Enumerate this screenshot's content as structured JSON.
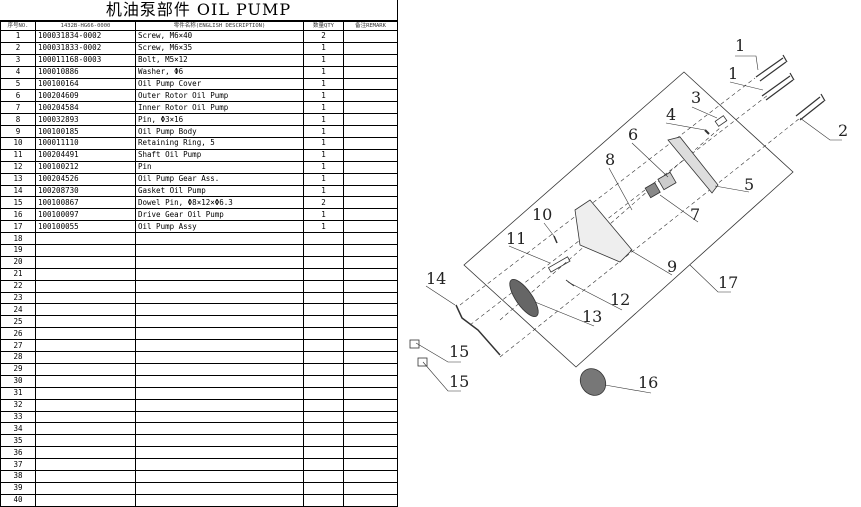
{
  "title": "机油泵部件 OIL PUMP",
  "headers": {
    "no": "序号NO.",
    "part": "1432B-HG66-0000",
    "desc": "零件名称(ENGLISH DESCRIPTION)",
    "qty": "数量QTY",
    "remark": "备注REMARK"
  },
  "rows": [
    {
      "no": "1",
      "part": "100031834-0002",
      "desc": "Screw, M6×40",
      "qty": "2"
    },
    {
      "no": "2",
      "part": "100031833-0002",
      "desc": "Screw, M6×35",
      "qty": "1"
    },
    {
      "no": "3",
      "part": "100011168-0003",
      "desc": "Bolt, M5×12",
      "qty": "1"
    },
    {
      "no": "4",
      "part": "100010886",
      "desc": "Washer, Φ6",
      "qty": "1"
    },
    {
      "no": "5",
      "part": "100100164",
      "desc": "Oil Pump Cover",
      "qty": "1"
    },
    {
      "no": "6",
      "part": "100204609",
      "desc": "Outer Rotor Oil Pump",
      "qty": "1"
    },
    {
      "no": "7",
      "part": "100204584",
      "desc": "Inner Rotor Oil Pump",
      "qty": "1"
    },
    {
      "no": "8",
      "part": "100032893",
      "desc": "Pin, Φ3×16",
      "qty": "1"
    },
    {
      "no": "9",
      "part": "100100185",
      "desc": "Oil Pump Body",
      "qty": "1"
    },
    {
      "no": "10",
      "part": "100011110",
      "desc": "Retaining Ring, 5",
      "qty": "1"
    },
    {
      "no": "11",
      "part": "100204491",
      "desc": "Shaft Oil Pump",
      "qty": "1"
    },
    {
      "no": "12",
      "part": "100100212",
      "desc": "Pin",
      "qty": "1"
    },
    {
      "no": "13",
      "part": "100204526",
      "desc": "Oil Pump Gear Ass.",
      "qty": "1"
    },
    {
      "no": "14",
      "part": "100208730",
      "desc": "Gasket Oil Pump",
      "qty": "1"
    },
    {
      "no": "15",
      "part": "100100867",
      "desc": "Dowel Pin, Φ8×12×Φ6.3",
      "qty": "2"
    },
    {
      "no": "16",
      "part": "100100097",
      "desc": "Drive Gear Oil Pump",
      "qty": "1"
    },
    {
      "no": "17",
      "part": "100100055",
      "desc": "Oil Pump Assy",
      "qty": "1"
    },
    {
      "no": "18"
    },
    {
      "no": "19"
    },
    {
      "no": "20"
    },
    {
      "no": "21"
    },
    {
      "no": "22"
    },
    {
      "no": "23"
    },
    {
      "no": "24"
    },
    {
      "no": "25"
    },
    {
      "no": "26"
    },
    {
      "no": "27"
    },
    {
      "no": "28"
    },
    {
      "no": "29"
    },
    {
      "no": "30"
    },
    {
      "no": "31"
    },
    {
      "no": "32"
    },
    {
      "no": "33"
    },
    {
      "no": "34"
    },
    {
      "no": "35"
    },
    {
      "no": "36"
    },
    {
      "no": "37"
    },
    {
      "no": "38"
    },
    {
      "no": "39"
    },
    {
      "no": "40"
    }
  ],
  "callouts": [
    "1",
    "1",
    "2",
    "3",
    "4",
    "5",
    "6",
    "7",
    "8",
    "9",
    "10",
    "11",
    "12",
    "13",
    "14",
    "15",
    "15",
    "16",
    "17"
  ]
}
